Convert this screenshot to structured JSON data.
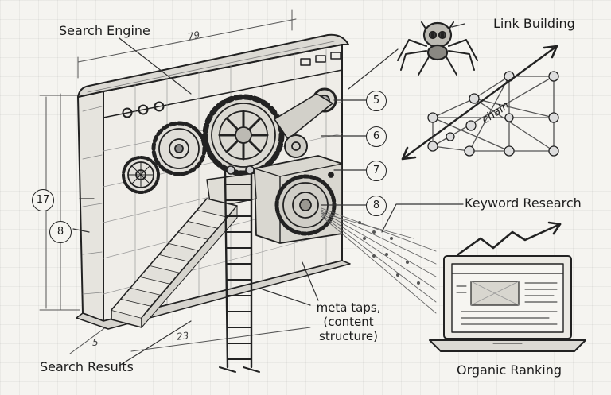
{
  "labels": {
    "search_engine": "Search Engine",
    "link_building": "Link Building",
    "keyword_research": "Keyword Research",
    "meta_tags": "meta taps, (content structure)",
    "search_results": "Search Results",
    "organic_ranking": "Organic Ranking",
    "chain": "chain"
  },
  "dimensions": {
    "top_width": "79",
    "bottom_width": "23",
    "bottom_depth": "5",
    "height_outer": "17",
    "height_inner": "8"
  },
  "callouts": [
    "5",
    "6",
    "7",
    "8"
  ],
  "icons": [
    "gear-icon",
    "spider-icon",
    "laptop-icon",
    "trend-arrow-icon",
    "ladder-icon",
    "stairs-icon",
    "link-network-icon"
  ]
}
